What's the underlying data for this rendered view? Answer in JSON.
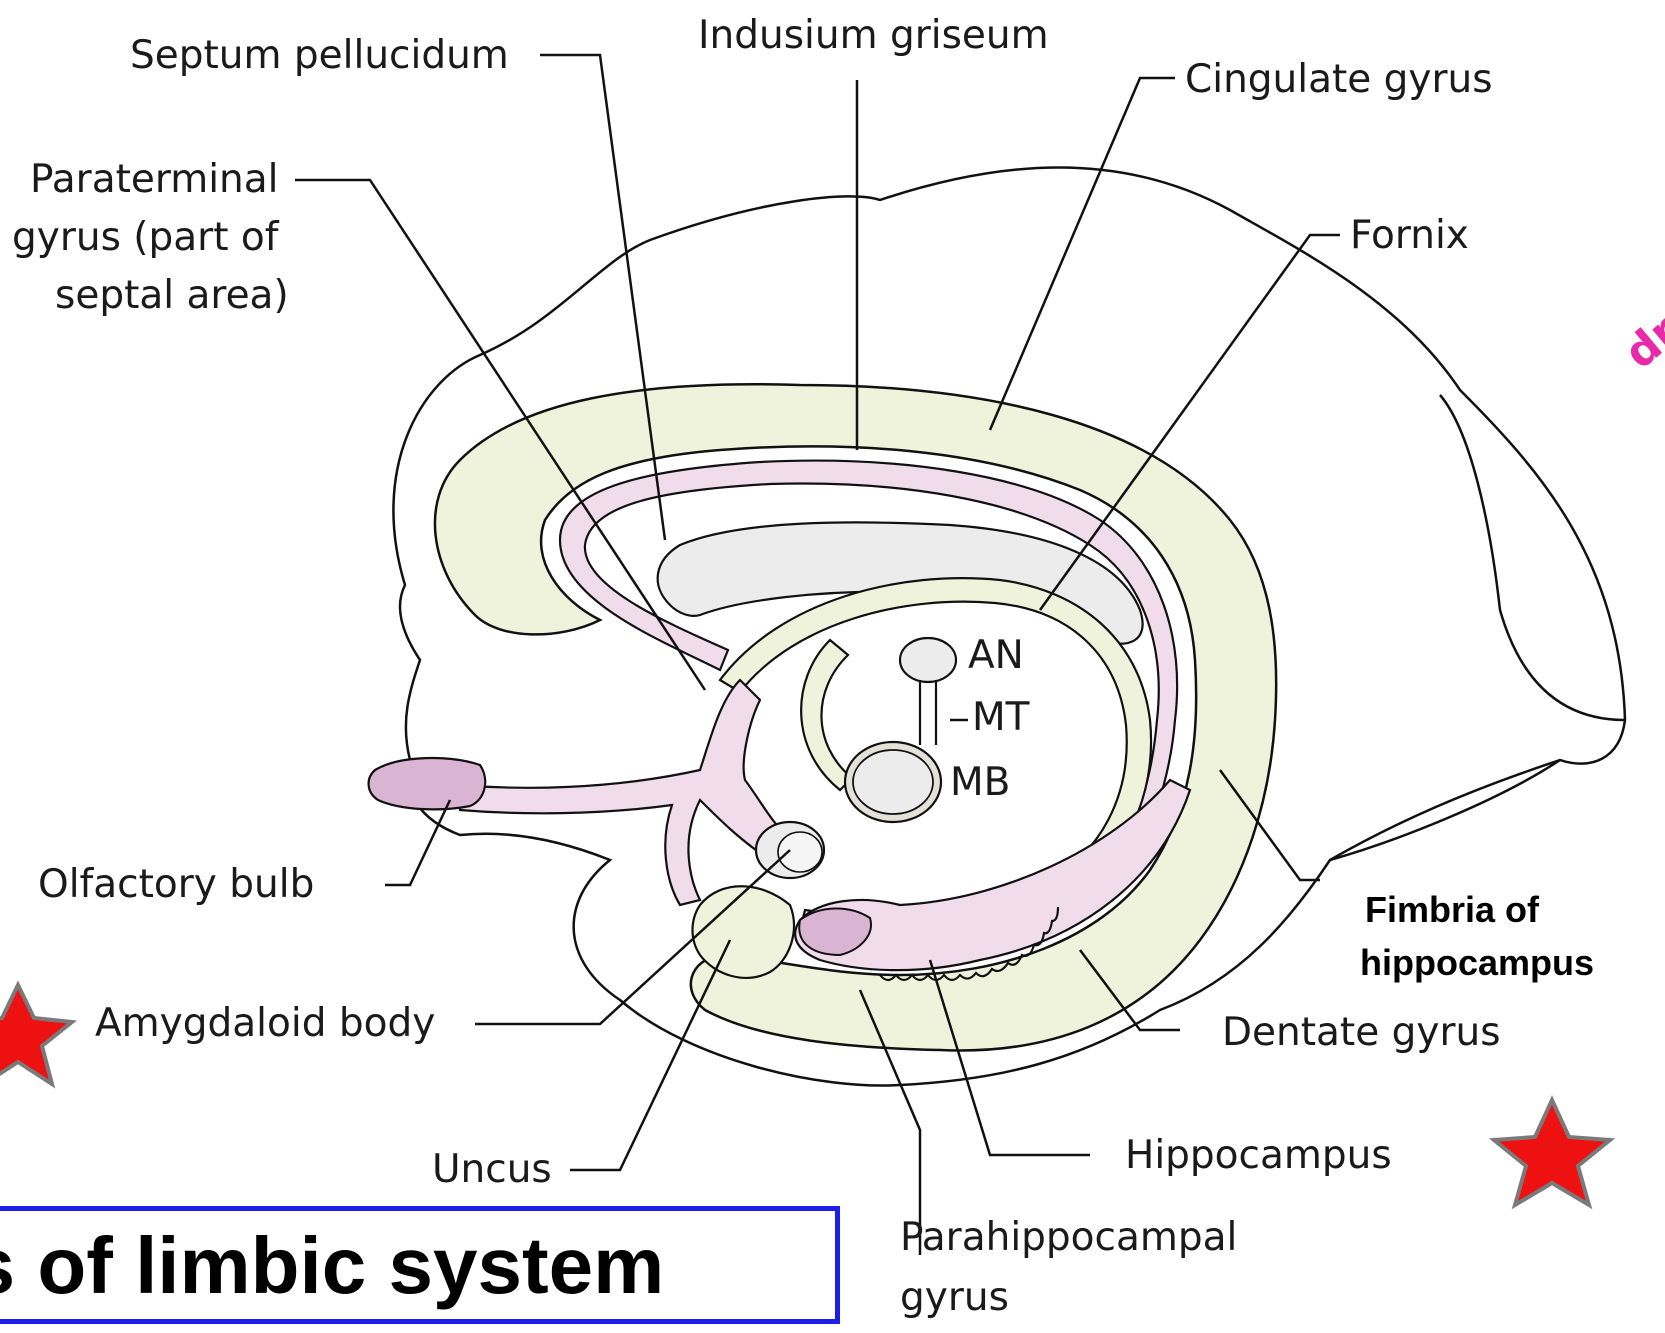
{
  "diagram": {
    "labels": {
      "indusium_griseum": "Indusium griseum",
      "septum_pellucidum": "Septum pellucidum",
      "cingulate_gyrus": "Cingulate gyrus",
      "paraterminal_gyrus_1": "Paraterminal",
      "paraterminal_gyrus_2": "gyrus (part of",
      "paraterminal_gyrus_3": "septal area)",
      "fornix": "Fornix",
      "an": "AN",
      "mt": "MT",
      "mb": "MB",
      "olfactory_bulb": "Olfactory bulb",
      "amygdaloid_body": "Amygdaloid body",
      "fimbria_1": "Fimbria of",
      "fimbria_2": "hippocampus",
      "dentate_gyrus": "Dentate gyrus",
      "hippocampus": "Hippocampus",
      "uncus": "Uncus",
      "parahippocampal_1": "Parahippocampal",
      "parahippocampal_2": "gyrus"
    },
    "title": "Parts of limbic system",
    "watermark": "dr",
    "colors": {
      "cingulate_fill": "#f0f3dc",
      "pink_fill": "#f1dcec",
      "gray_fill": "#ececec",
      "star_red": "#ee1111",
      "title_border": "#1e1ee6",
      "watermark": "#e82aa8"
    }
  }
}
